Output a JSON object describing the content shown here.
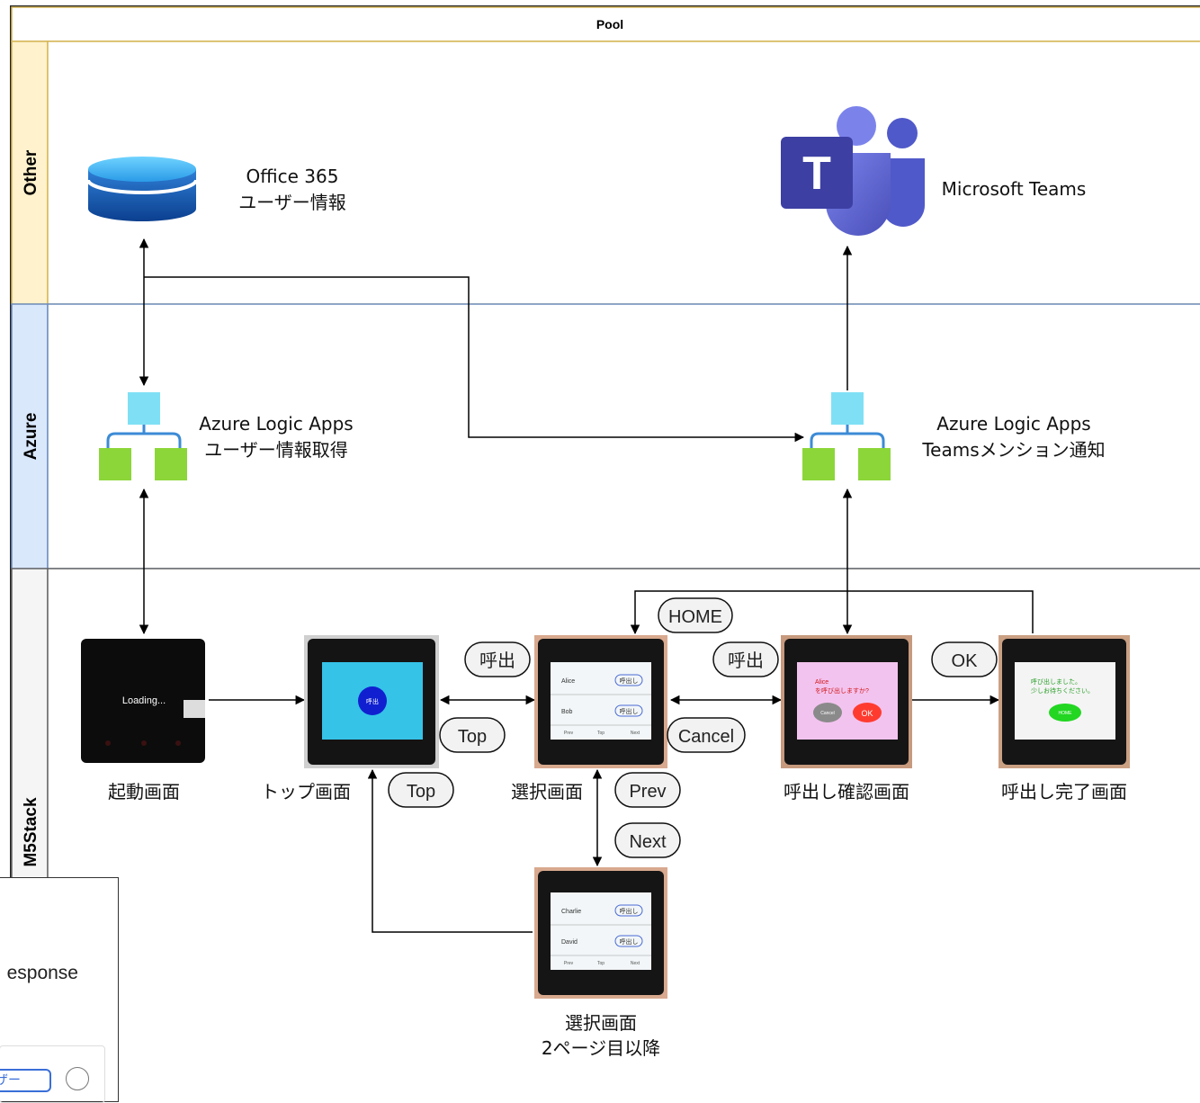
{
  "pool": {
    "title": "Pool"
  },
  "lanes": {
    "other": "Other",
    "azure": "Azure",
    "m5stack": "M5Stack"
  },
  "nodes": {
    "office365": {
      "line1": "Office 365",
      "line2": "ユーザー情報"
    },
    "teams": {
      "label": "Microsoft Teams",
      "logo_letter": "T"
    },
    "logic_get": {
      "line1": "Azure Logic Apps",
      "line2": "ユーザー情報取得"
    },
    "logic_notify": {
      "line1": "Azure Logic Apps",
      "line2": "Teamsメンション通知"
    },
    "boot": {
      "label": "起動画面",
      "screen_text": "Loading..."
    },
    "top": {
      "label": "トップ画面",
      "screen_button": "呼出"
    },
    "select": {
      "label": "選択画面",
      "row1": "Alice",
      "row2": "Bob",
      "row_button": "呼出し",
      "foot1": "Prev",
      "foot2": "Top",
      "foot3": "Next"
    },
    "select2": {
      "line1": "選択画面",
      "line2": "2ページ目以降",
      "row1": "Charlie",
      "row2": "David",
      "row_button": "呼出し",
      "foot1": "Prev",
      "foot2": "Top",
      "foot3": "Next"
    },
    "confirm": {
      "label": "呼出し確認画面",
      "line1": "Alice",
      "line2": "を呼び出しますか?",
      "cancel": "Cancel",
      "ok": "OK"
    },
    "done": {
      "label": "呼出し完了画面",
      "line1": "呼び出しました。",
      "line2": "少しお待ちください。",
      "home": "HOME"
    }
  },
  "pills": {
    "home": "HOME",
    "call1": "呼出",
    "call2": "呼出",
    "ok": "OK",
    "top1": "Top",
    "top2": "Top",
    "cancel": "Cancel",
    "prev": "Prev",
    "next": "Next"
  },
  "popup": {
    "text": "esponse",
    "button": "ザー"
  },
  "colors": {
    "other_lane": "#fff2cc",
    "azure_lane": "#dae8fc",
    "m5_lane": "#f5f5f5",
    "pool_border": "#d6b656",
    "azure_border": "#6c8ebf",
    "teams_purple": "#5b5fc7",
    "teams_dark": "#3d3fa3",
    "logic_top": "#7fe0f5",
    "logic_green": "#8cd63a",
    "db_blue": "#1a5fb4",
    "screen_cyan": "#35c3e8",
    "call_blue": "#1020d0",
    "ok_red": "#ff3b2f",
    "home_green": "#22d622",
    "confirm_pink": "#f3c3ef"
  }
}
